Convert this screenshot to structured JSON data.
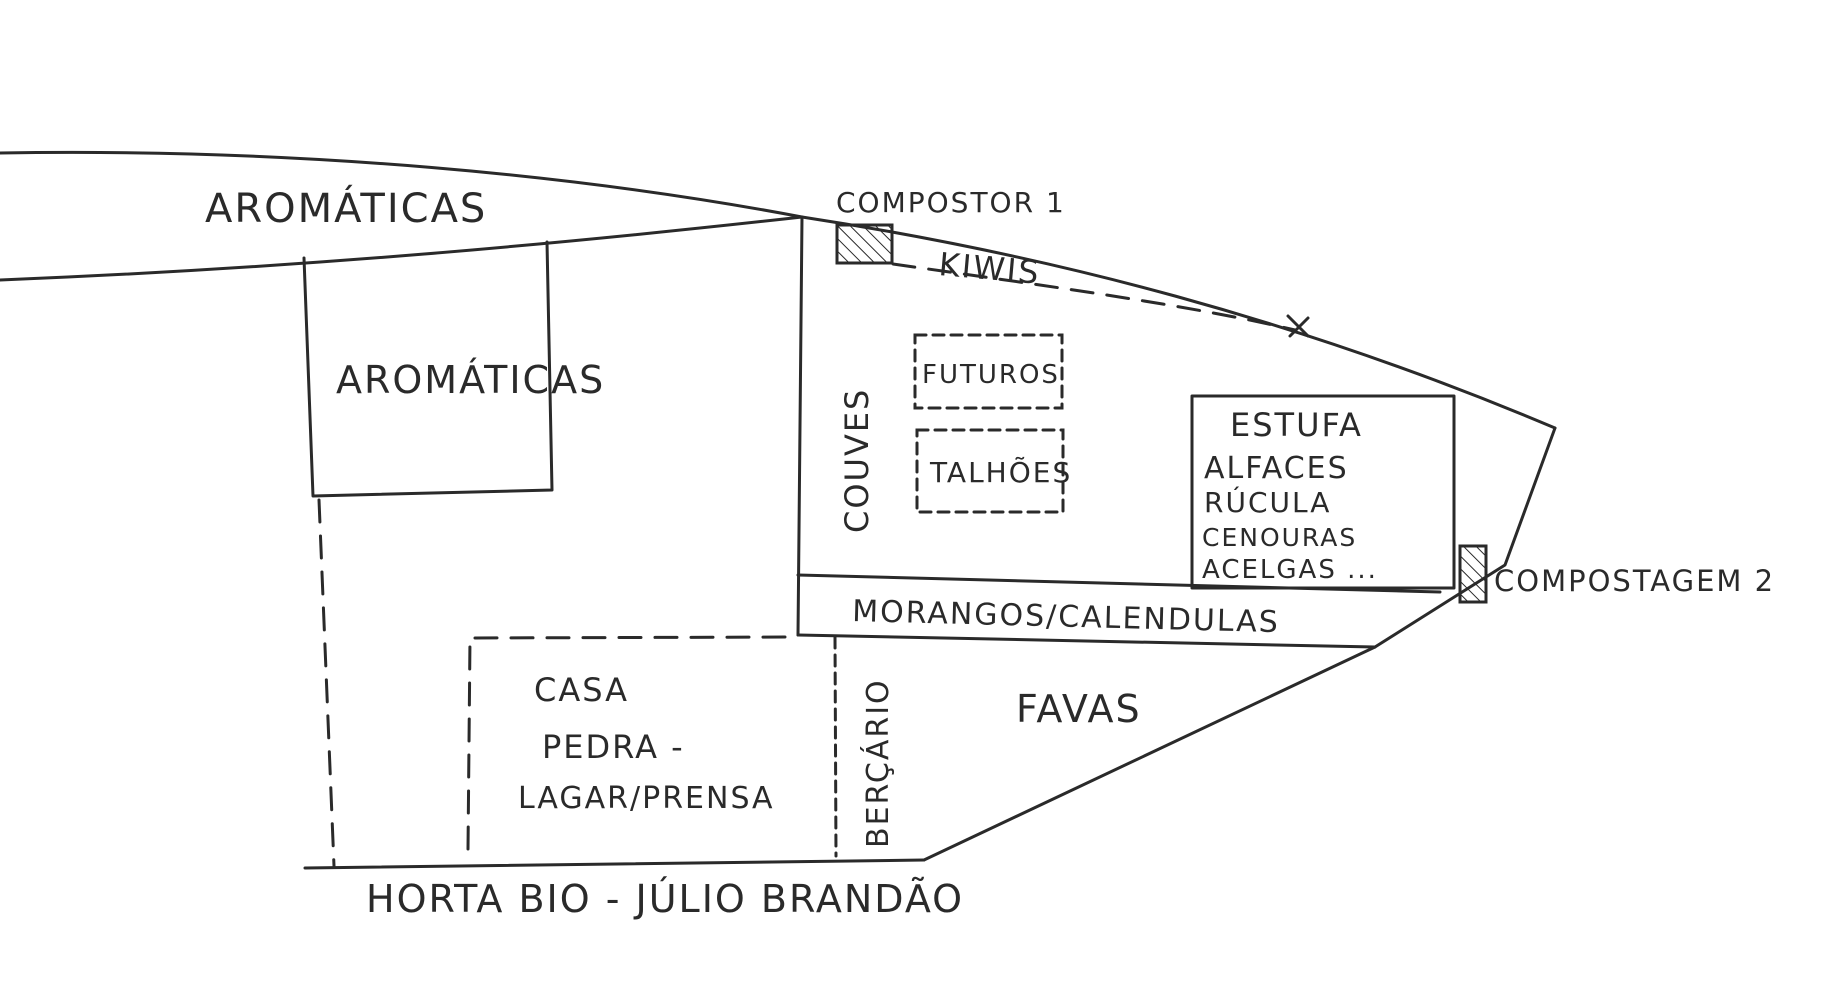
{
  "labels": {
    "aromaticas_top": "AROMÁTICAS",
    "aromaticas_box": "AROMÁTICAS",
    "compostor_1": "COMPOSTOR 1",
    "kiwis": "KIWIS",
    "futuros": "FUTUROS",
    "talhoes": "TALHÕES",
    "couves": "COUVES",
    "estufa": "ESTUFA",
    "estufa_items": [
      "ALFACES",
      "RÚCULA",
      "CENOURAS",
      "ACELGAS ..."
    ],
    "compostagem_2": "COMPOSTAGEM 2",
    "morangos": "MORANGOS/CALENDULAS",
    "casa_lines": [
      "CASA",
      "PEDRA -",
      "LAGAR/PRENSA"
    ],
    "bercario": "BERÇÁRIO",
    "favas": "FAVAS",
    "title": "HORTA BIO - JÚLIO BRANDÃO"
  }
}
